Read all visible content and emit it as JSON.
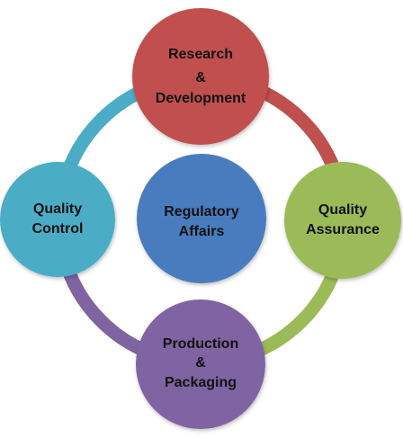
{
  "diagram": {
    "center": {
      "lines": [
        "Regulatory",
        "Affairs"
      ],
      "fill": "#4a7bbf"
    },
    "nodes": [
      {
        "id": "research-development",
        "lines": [
          "Research",
          "&",
          "Development"
        ],
        "fill": "#c0504d"
      },
      {
        "id": "quality-assurance",
        "lines": [
          "Quality",
          "Assurance"
        ],
        "fill": "#9bbb59"
      },
      {
        "id": "production-packaging",
        "lines": [
          "Production",
          "&",
          "Packaging"
        ],
        "fill": "#8064a2"
      },
      {
        "id": "quality-control",
        "lines": [
          "Quality",
          "Control"
        ],
        "fill": "#4bacc6"
      }
    ],
    "connectors": [
      {
        "from": "research-development",
        "to": "quality-assurance",
        "color": "#c0504d"
      },
      {
        "from": "quality-assurance",
        "to": "production-packaging",
        "color": "#9bbb59"
      },
      {
        "from": "production-packaging",
        "to": "quality-control",
        "color": "#8064a2"
      },
      {
        "from": "quality-control",
        "to": "research-development",
        "color": "#4bacc6"
      }
    ],
    "text_color": "#111111"
  }
}
